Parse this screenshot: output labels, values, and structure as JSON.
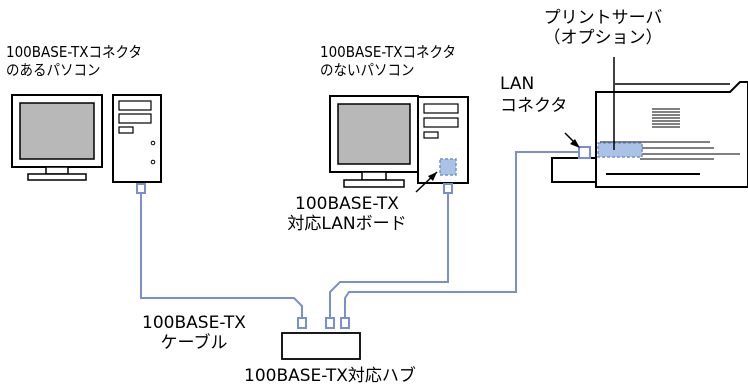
{
  "labels": {
    "pc1_line1": "100BASE-TXコネクタ",
    "pc1_line2": "のあるパソコン",
    "pc2_line1": "100BASE-TXコネクタ",
    "pc2_line2": "のないパソコン",
    "board_line1": "100BASE-TX",
    "board_line2": "対応LANボード",
    "print_server_line1": "プリントサーバ",
    "print_server_line2": "（オプション）",
    "lan_line1": "LAN",
    "lan_line2": "コネクタ",
    "cable_line1": "100BASE-TX",
    "cable_line2": "ケーブル",
    "hub": "100BASE-TX対応ハブ"
  },
  "colors": {
    "cable": "#7a8fd0",
    "screen": "#b8b8b8",
    "outline": "#000000",
    "lan_port": "#a9c3e6"
  }
}
